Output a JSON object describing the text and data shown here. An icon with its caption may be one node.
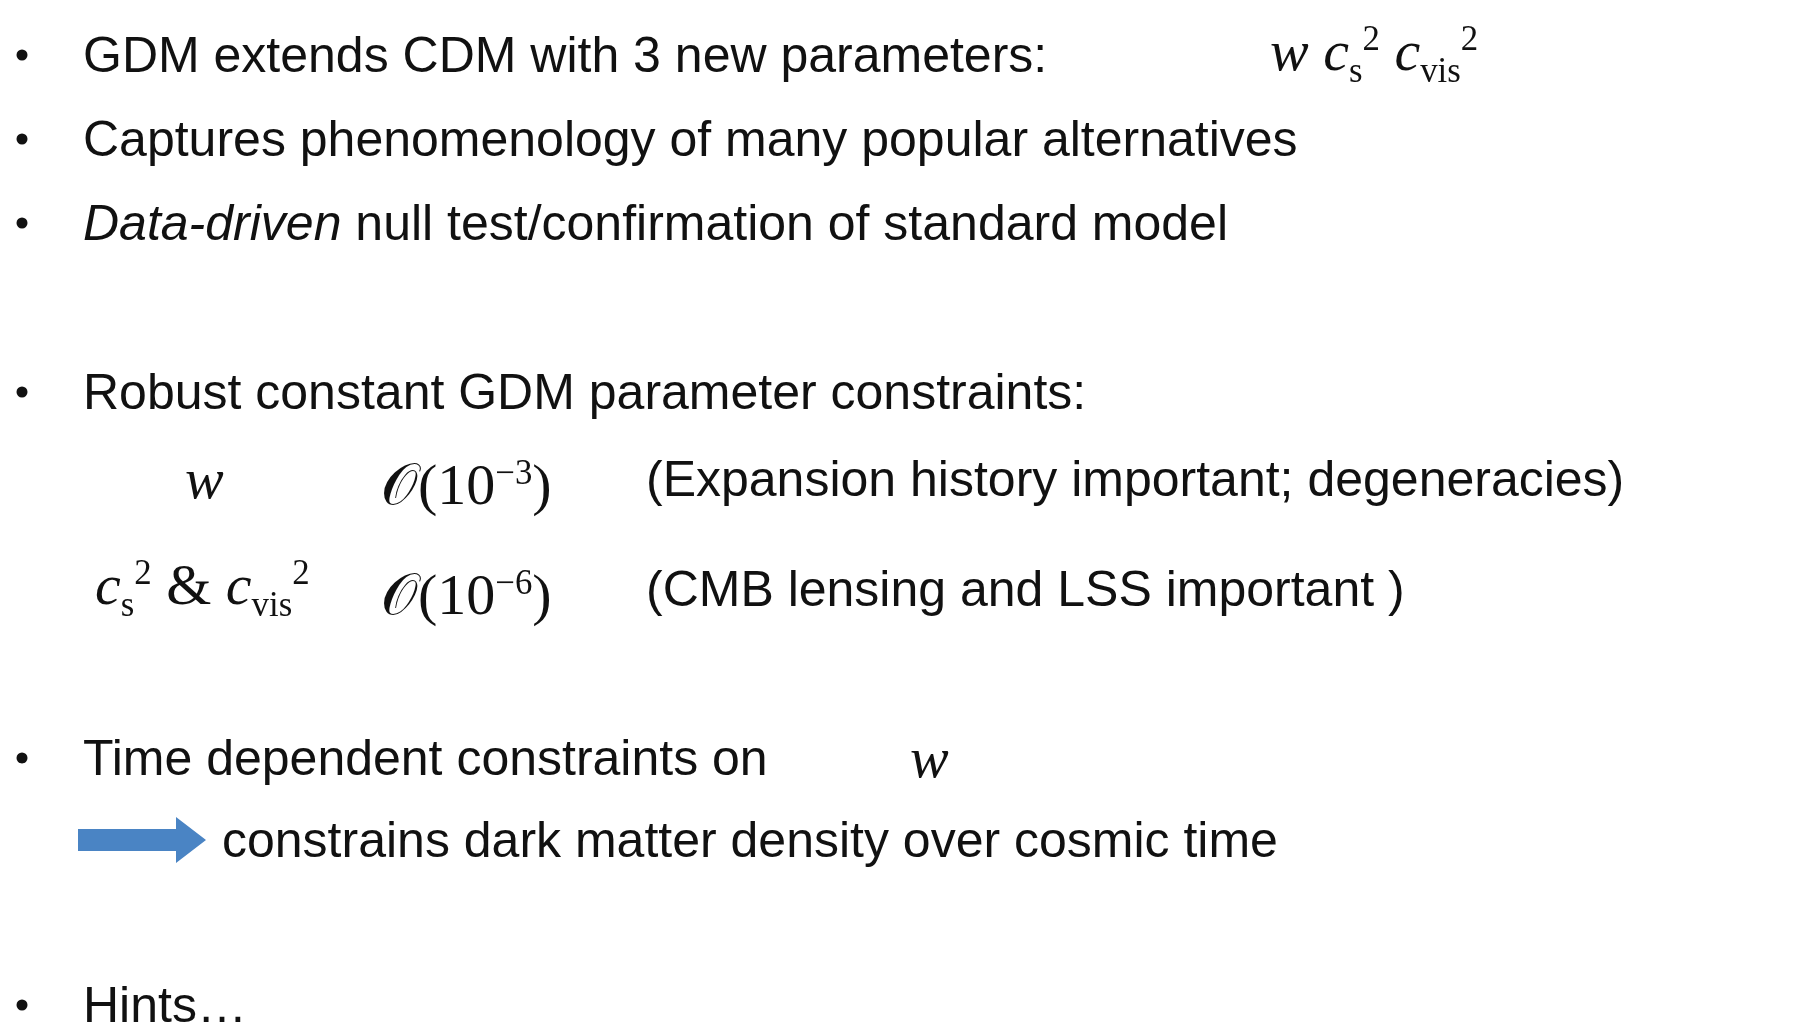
{
  "diagram": {
    "labels": [
      "GDM extends CDM with 3 new parameters:",
      "*w* *c*$_{s}$$^{2}$ *c*$_{vis}$$^{2}$",
      "Captures phenomenology of many popular alternatives",
      "*Data-driven* null test/confirmation of standard model",
      "Robust constant GDM parameter constraints:",
      "*w*",
      "𝒪(10$^{−3}$)",
      "(Expansion history important; degeneracies)",
      "*c*$_{s}$$^{2}$ & *c*$_{vis}$$^{2}$",
      "𝒪(10$^{−6}$)",
      "(CMB lensing and LSS important )",
      "Time dependent constraints on",
      "*w*",
      "constrains dark matter density over cosmic time",
      "Hints…"
    ]
  }
}
